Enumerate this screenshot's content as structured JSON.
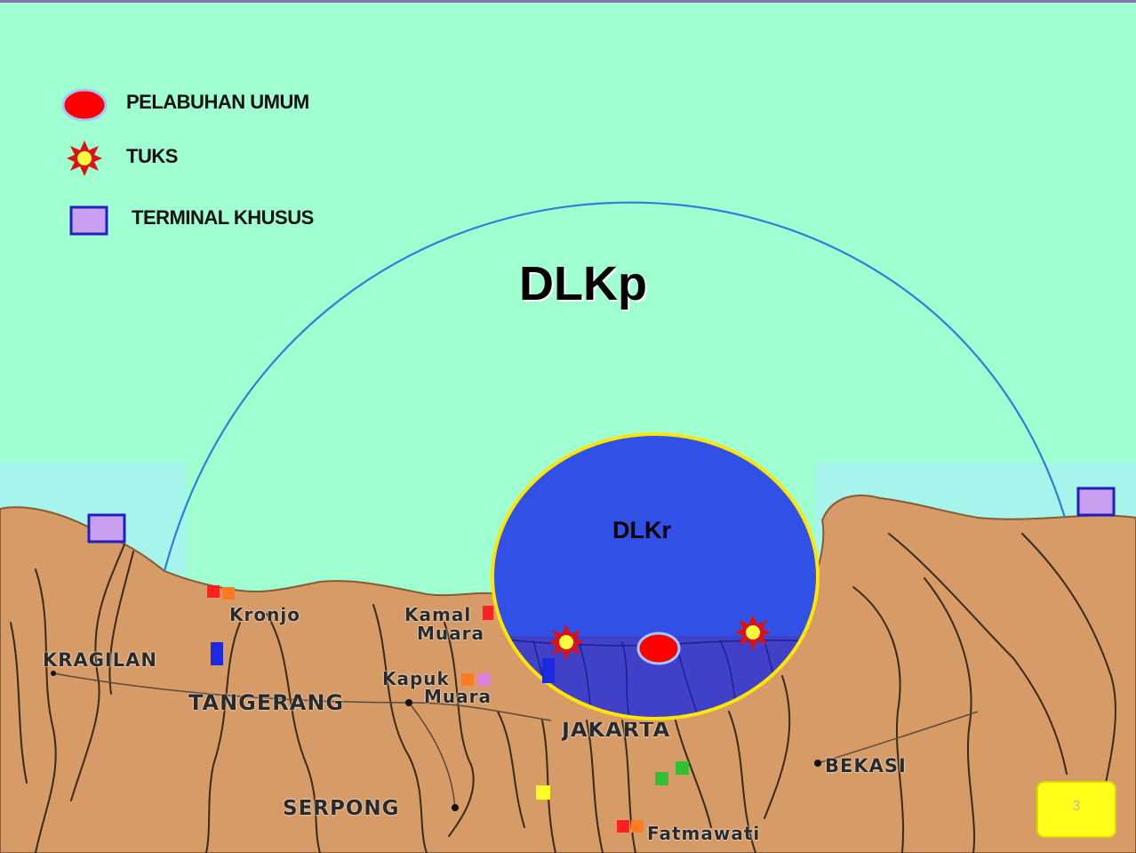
{
  "legend": {
    "items": [
      {
        "label": "PELABUHAN UMUM",
        "icon": "red-ellipse-icon"
      },
      {
        "label": "TUKS",
        "icon": "starburst-icon"
      },
      {
        "label": "TERMINAL KHUSUS",
        "icon": "purple-square-icon"
      }
    ]
  },
  "zones": {
    "dlkp": "DLKp",
    "dlkr": "DLKr"
  },
  "places": {
    "kronjo": "Kronjo",
    "kamal": "Kamal",
    "kamal_muara": "Muara",
    "kragilan": "KRAGILAN",
    "kapuk": "Kapuk",
    "kapuk_muara": "Muara",
    "tangerang": "TANGERANG",
    "jakarta": "JAKARTA",
    "bekasi": "BEKASI",
    "serpong": "SERPONG",
    "fatmawati": "Fatmawati"
  },
  "badge": {
    "label": "3"
  },
  "colors": {
    "sea": "#9fffd0",
    "shallow": "#a6f4ec",
    "land": "#d69b66",
    "dlkr_fill": "#3050e6",
    "dlkr_border": "#ffe600",
    "arc": "#2f7fd8",
    "port": "#ff0000",
    "terminal": "#c9a0f0"
  }
}
